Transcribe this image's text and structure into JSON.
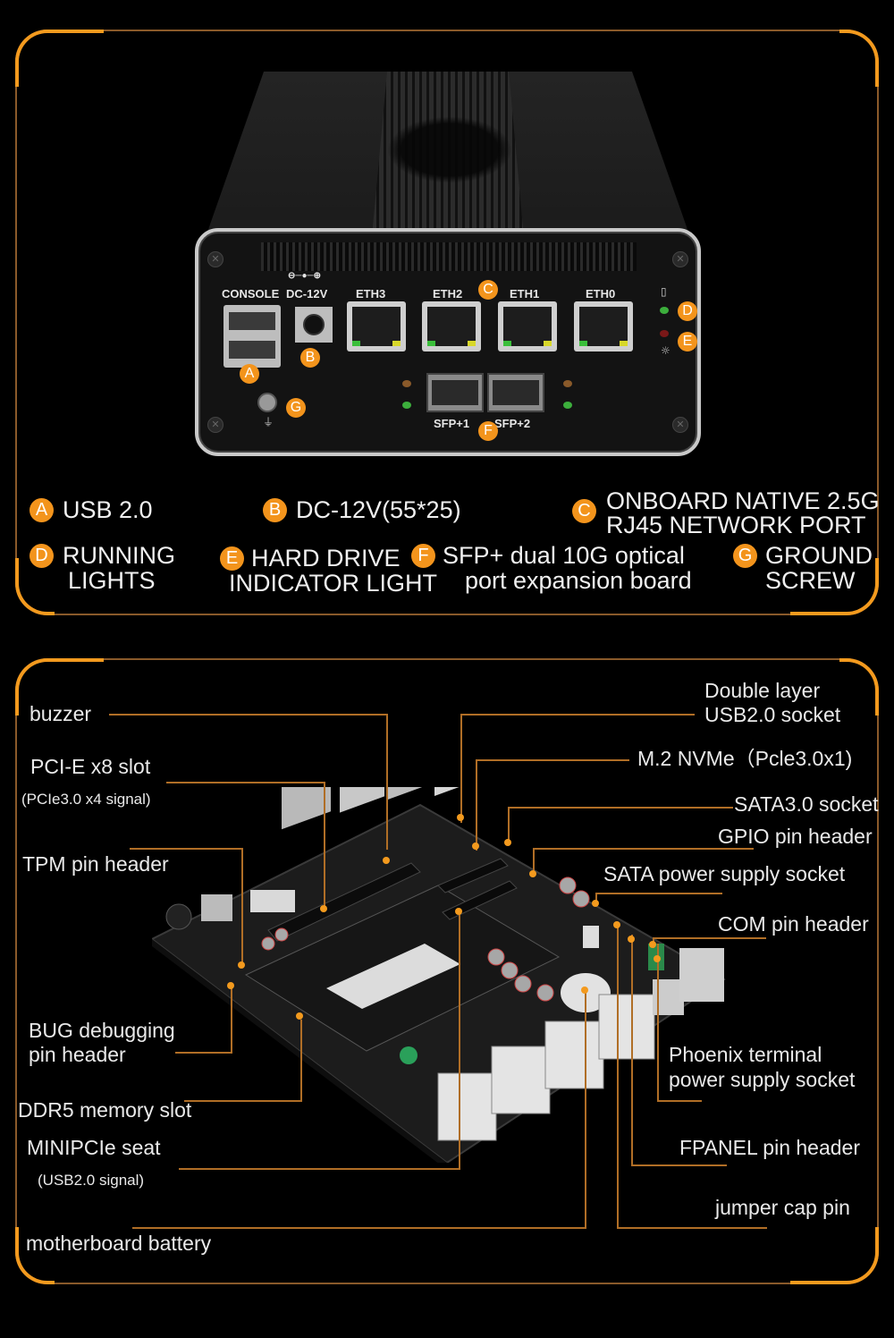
{
  "device": {
    "port_labels": {
      "console": "CONSOLE",
      "dc": "DC-12V",
      "eth3": "ETH3",
      "eth2": "ETH2",
      "eth1": "ETH1",
      "eth0": "ETH0",
      "sfp1": "SFP+1",
      "sfp2": "SFP+2"
    },
    "badges": [
      "A",
      "B",
      "C",
      "D",
      "E",
      "F",
      "G"
    ]
  },
  "legend": [
    {
      "badge": "A",
      "lines": [
        "USB 2.0"
      ]
    },
    {
      "badge": "B",
      "lines": [
        "DC-12V(55*25)"
      ]
    },
    {
      "badge": "C",
      "lines": [
        "ONBOARD NATIVE 2.5G",
        "RJ45 NETWORK PORT"
      ]
    },
    {
      "badge": "D",
      "lines": [
        "RUNNING",
        "LIGHTS"
      ]
    },
    {
      "badge": "E",
      "lines": [
        "HARD DRIVE",
        "INDICATOR LIGHT"
      ]
    },
    {
      "badge": "F",
      "lines": [
        "SFP+ dual 10G optical",
        "port expansion board"
      ]
    },
    {
      "badge": "G",
      "lines": [
        "GROUND",
        "SCREW"
      ]
    }
  ],
  "board_callouts": {
    "left": [
      {
        "label": "buzzer"
      },
      {
        "label": "PCI-E x8 slot",
        "sub": "(PCIe3.0 x4 signal)"
      },
      {
        "label": "TPM pin header"
      },
      {
        "label": "BUG debugging",
        "label2": "pin header"
      },
      {
        "label": "DDR5 memory slot"
      },
      {
        "label": "MINIPCIe seat",
        "sub": "(USB2.0 signal)"
      },
      {
        "label": "motherboard battery"
      }
    ],
    "right": [
      {
        "label": "Double layer",
        "label2": "USB2.0 socket"
      },
      {
        "label": "M.2 NVMe（Pcle3.0x1)"
      },
      {
        "label": "SATA3.0 socket"
      },
      {
        "label": "GPIO pin header"
      },
      {
        "label": "SATA power supply socket"
      },
      {
        "label": "COM pin header"
      },
      {
        "label": "Phoenix terminal",
        "label2": "power supply socket"
      },
      {
        "label": "FPANEL pin header"
      },
      {
        "label": "jumper cap pin"
      }
    ]
  },
  "colors": {
    "accent": "#f39a1e",
    "frame": "#8a5a2a",
    "leader": "#b06e26",
    "background": "#000000"
  }
}
